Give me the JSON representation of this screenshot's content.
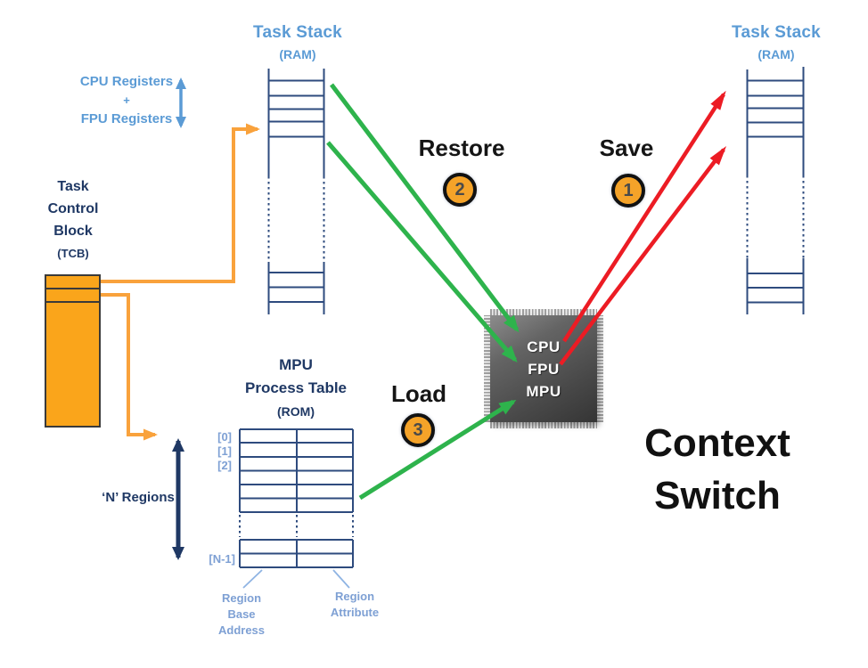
{
  "title": {
    "line1": "Context",
    "line2": "Switch"
  },
  "left_stack": {
    "title": "Task Stack",
    "subtitle": "(RAM)"
  },
  "right_stack": {
    "title": "Task Stack",
    "subtitle": "(RAM)"
  },
  "registers": {
    "line1": "CPU Registers",
    "line2": "+",
    "line3": "FPU Registers"
  },
  "tcb": {
    "line1": "Task",
    "line2": "Control",
    "line3": "Block",
    "subtitle": "(TCB)"
  },
  "steps": {
    "save": {
      "label": "Save",
      "number": "1"
    },
    "restore": {
      "label": "Restore",
      "number": "2"
    },
    "load": {
      "label": "Load",
      "number": "3"
    }
  },
  "chip": {
    "line1": "CPU",
    "line2": "FPU",
    "line3": "MPU"
  },
  "mpu_table": {
    "title1": "MPU",
    "title2": "Process Table",
    "subtitle": "(ROM)",
    "index0": "[0]",
    "index1": "[1]",
    "index2": "[2]",
    "indexN": "[N-1]",
    "regions": "‘N’ Regions",
    "caption1_line1": "Region",
    "caption1_line2": "Base",
    "caption1_line3": "Address",
    "caption2_line1": "Region",
    "caption2_line2": "Attribute"
  },
  "colors": {
    "light_blue": "#5B9BD5",
    "navy": "#1F3864",
    "diagram_line_blue": "#2E4B7E",
    "orange_arrow": "#F9A23C",
    "orange_fill": "#FAA51B",
    "circle_fill": "#F5A329",
    "green": "#2EB34C",
    "red": "#EC1C24",
    "chip_gray_dark": "#353535",
    "chip_gray_light": "#8C8C8C"
  }
}
